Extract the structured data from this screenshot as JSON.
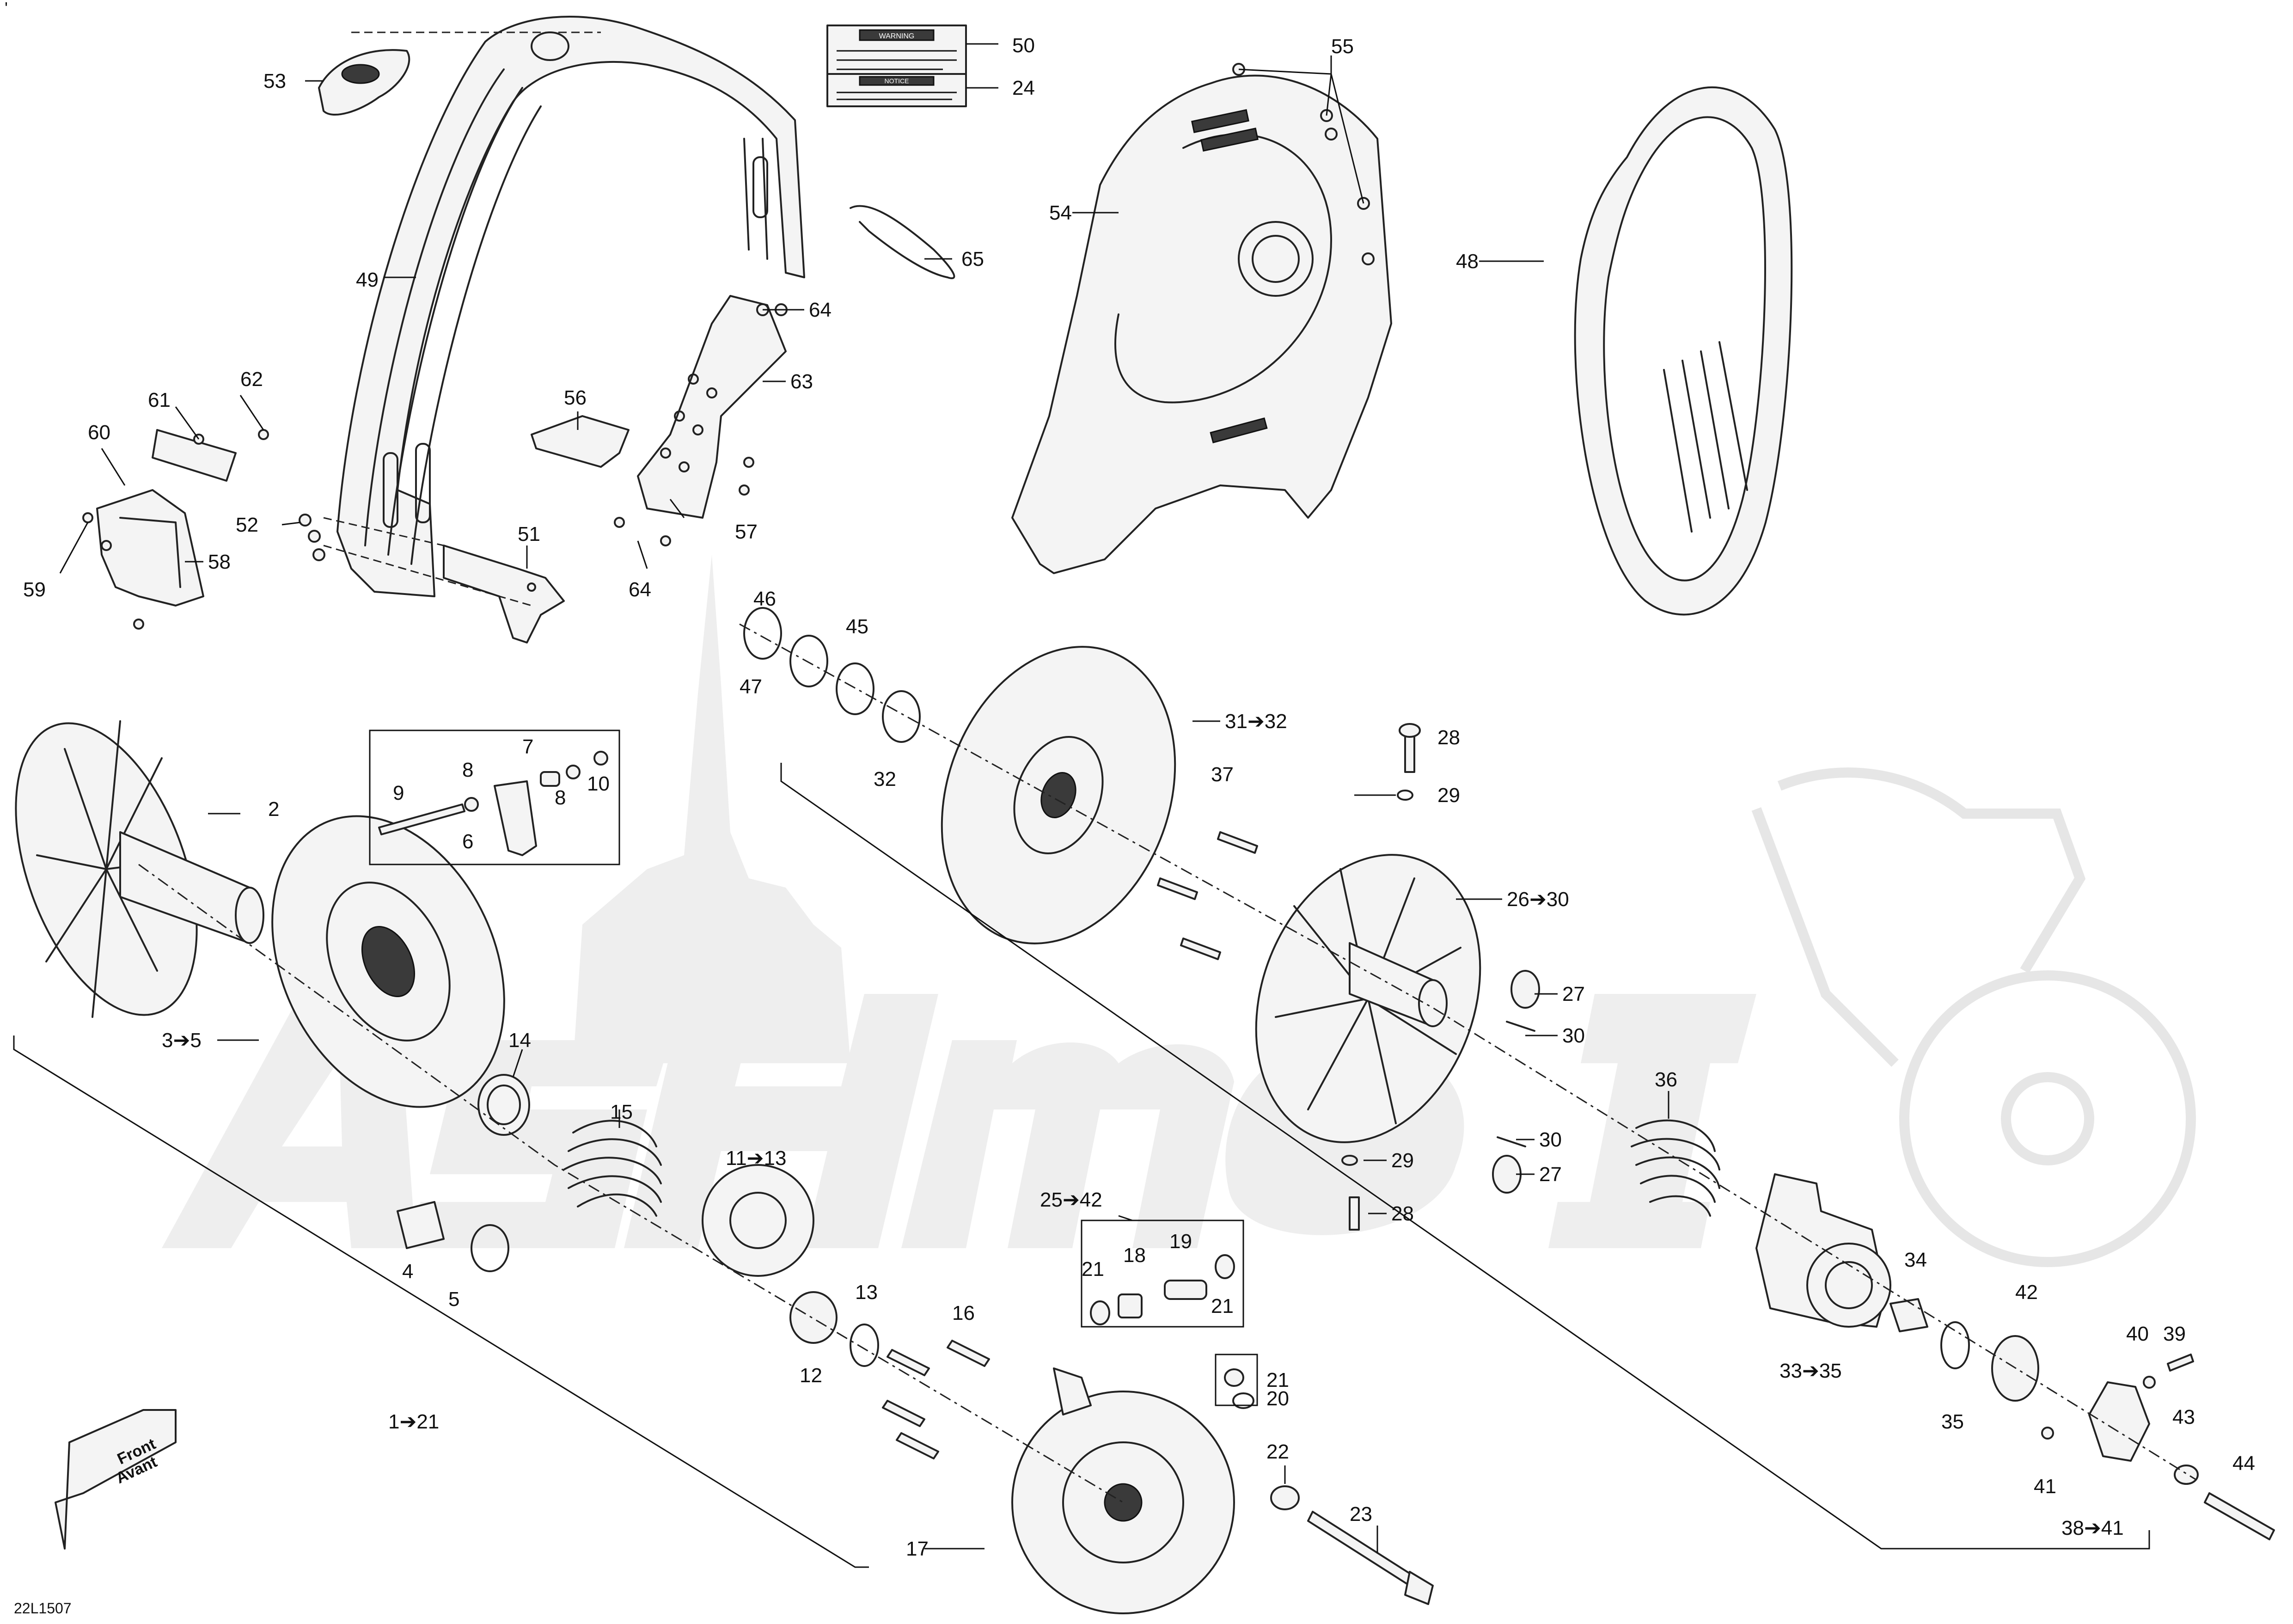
{
  "diagram": {
    "code": "22L1507",
    "corner_mark": "'",
    "direction_badge": {
      "line1": "Front",
      "line2": "Avant"
    },
    "watermark": {
      "text": "ASHMOTO"
    },
    "decal_50": {
      "header": "WARNING"
    },
    "decal_24": {
      "header": "NOTICE"
    },
    "labels": {
      "l1_21": "1➔21",
      "l2": "2",
      "l3_5": "3➔5",
      "l4": "4",
      "l5": "5",
      "l6": "6",
      "l7": "7",
      "l8a": "8",
      "l8b": "8",
      "l9": "9",
      "l10": "10",
      "l11_13": "11➔13",
      "l12": "12",
      "l13": "13",
      "l14": "14",
      "l15": "15",
      "l16": "16",
      "l17": "17",
      "l18": "18",
      "l19": "19",
      "l20": "20",
      "l21a": "21",
      "l21b": "21",
      "l21c": "21",
      "l22": "22",
      "l23": "23",
      "l24": "24",
      "l25_42": "25➔42",
      "l26_30": "26➔30",
      "l27a": "27",
      "l27b": "27",
      "l28a": "28",
      "l28b": "28",
      "l29a": "29",
      "l29b": "29",
      "l30a": "30",
      "l30b": "30",
      "l31_32": "31➔32",
      "l32a": "32",
      "l33_35": "33➔35",
      "l34": "34",
      "l35": "35",
      "l36": "36",
      "l37": "37",
      "l38_41": "38➔41",
      "l39": "39",
      "l40": "40",
      "l41": "41",
      "l42": "42",
      "l43": "43",
      "l44": "44",
      "l45": "45",
      "l46": "46",
      "l47": "47",
      "l48": "48",
      "l49": "49",
      "l50": "50",
      "l51": "51",
      "l52": "52",
      "l53": "53",
      "l54": "54",
      "l55": "55",
      "l56": "56",
      "l57": "57",
      "l58": "58",
      "l59": "59",
      "l60": "60",
      "l61": "61",
      "l62": "62",
      "l63": "63",
      "l64a": "64",
      "l64b": "64",
      "l65": "65"
    }
  }
}
